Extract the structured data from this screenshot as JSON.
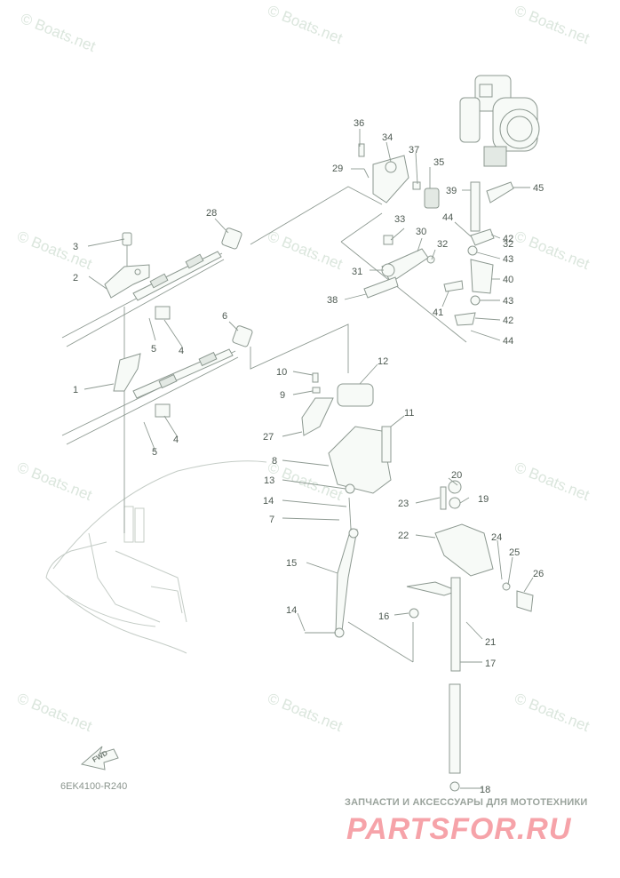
{
  "watermark": {
    "text": "© Boats.net"
  },
  "diagram_code": "6EK4100-R240",
  "fwd_label": "FWD",
  "ad": {
    "tagline": "ЗАПЧАСТИ И АКСЕССУАРЫ ДЛЯ МОТОТЕХНИКИ",
    "logo": "PARTSFOR.RU"
  },
  "callouts": [
    {
      "n": "36"
    },
    {
      "n": "34"
    },
    {
      "n": "37"
    },
    {
      "n": "35"
    },
    {
      "n": "29"
    },
    {
      "n": "39"
    },
    {
      "n": "45"
    },
    {
      "n": "28"
    },
    {
      "n": "33"
    },
    {
      "n": "30"
    },
    {
      "n": "44"
    },
    {
      "n": "32"
    },
    {
      "n": "42"
    },
    {
      "n": "32"
    },
    {
      "n": "43"
    },
    {
      "n": "3"
    },
    {
      "n": "31"
    },
    {
      "n": "40"
    },
    {
      "n": "2"
    },
    {
      "n": "38"
    },
    {
      "n": "43"
    },
    {
      "n": "41"
    },
    {
      "n": "42"
    },
    {
      "n": "6"
    },
    {
      "n": "5"
    },
    {
      "n": "4"
    },
    {
      "n": "44"
    },
    {
      "n": "10"
    },
    {
      "n": "12"
    },
    {
      "n": "1"
    },
    {
      "n": "9"
    },
    {
      "n": "11"
    },
    {
      "n": "27"
    },
    {
      "n": "4"
    },
    {
      "n": "5"
    },
    {
      "n": "8"
    },
    {
      "n": "20"
    },
    {
      "n": "13"
    },
    {
      "n": "23"
    },
    {
      "n": "19"
    },
    {
      "n": "14"
    },
    {
      "n": "7"
    },
    {
      "n": "22"
    },
    {
      "n": "24"
    },
    {
      "n": "15"
    },
    {
      "n": "25"
    },
    {
      "n": "26"
    },
    {
      "n": "14"
    },
    {
      "n": "16"
    },
    {
      "n": "21"
    },
    {
      "n": "17"
    },
    {
      "n": "18"
    }
  ]
}
